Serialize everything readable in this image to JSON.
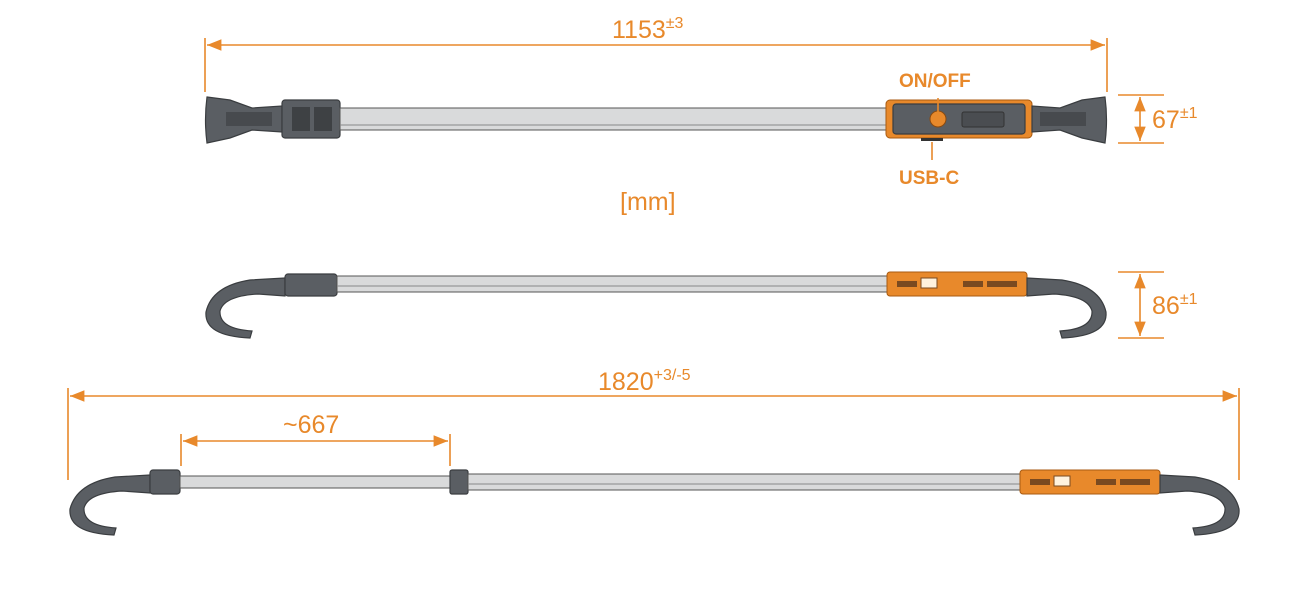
{
  "colors": {
    "accent": "#e8892b",
    "body": "#5a5e63",
    "rod": "#d9dadb"
  },
  "top_view": {
    "length": "1153",
    "length_tol": "±3",
    "height": "67",
    "height_tol": "±1",
    "on_off_label": "ON/OFF",
    "usb_label": "USB-C"
  },
  "units": "[mm]",
  "side_view": {
    "height": "86",
    "height_tol": "±1"
  },
  "extended_view": {
    "length": "1820",
    "length_tol": "+3/-5",
    "extension": "~667"
  }
}
